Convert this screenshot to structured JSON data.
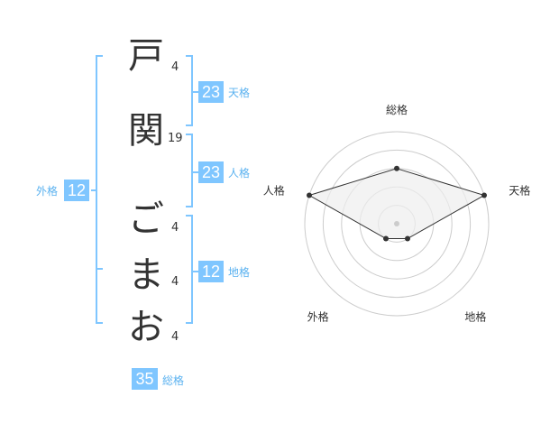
{
  "colors": {
    "bracket": "#7fc6ff",
    "label": "#5bb2f0",
    "text": "#333333",
    "radar_line": "#333333",
    "radar_fill": "#eeeeee",
    "radar_ring": "#cccccc"
  },
  "name": {
    "chars": [
      {
        "char": "戸",
        "strokes": "4"
      },
      {
        "char": "関",
        "strokes": "19"
      },
      {
        "char": "ご",
        "strokes": "4"
      },
      {
        "char": "ま",
        "strokes": "4"
      },
      {
        "char": "お",
        "strokes": "4"
      }
    ]
  },
  "fortune": {
    "tenkaku": {
      "value": "23",
      "label": "天格"
    },
    "jinkaku": {
      "value": "23",
      "label": "人格"
    },
    "chikaku": {
      "value": "12",
      "label": "地格"
    },
    "gaikaku": {
      "value": "12",
      "label": "外格"
    },
    "soukaku": {
      "value": "35",
      "label": "総格"
    }
  },
  "radar": {
    "labels": [
      "総格",
      "天格",
      "地格",
      "外格",
      "人格"
    ],
    "max_level": 5,
    "levels": {
      "総格": 3,
      "天格": 5,
      "地格": 1,
      "外格": 1,
      "人格": 5
    }
  }
}
